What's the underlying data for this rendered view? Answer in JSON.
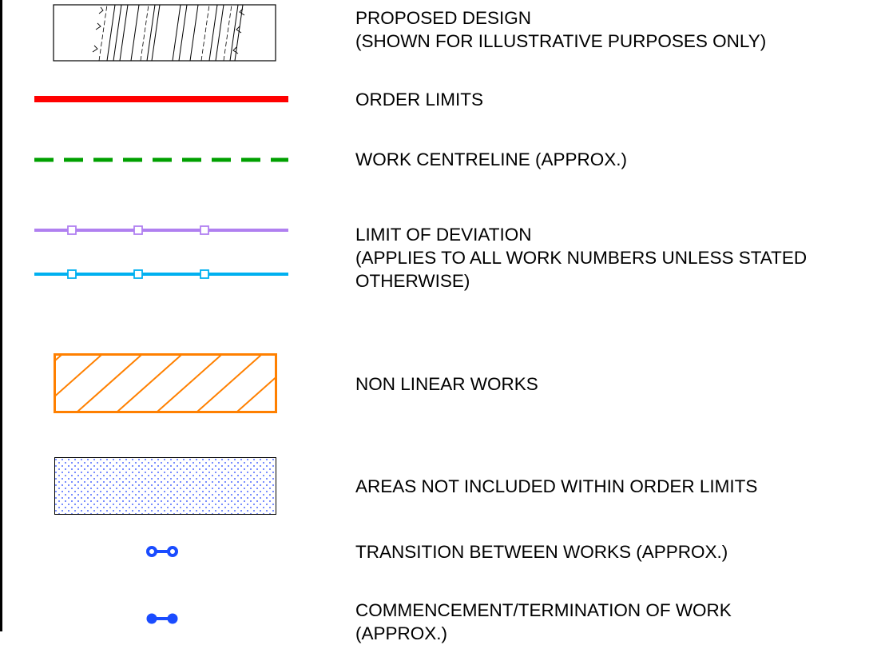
{
  "legend": {
    "items": [
      {
        "id": "proposed-design",
        "lines": [
          "PROPOSED DESIGN",
          "(SHOWN FOR ILLUSTRATIVE PURPOSES ONLY)"
        ],
        "symbol": "hatched-rectangle",
        "color": "#000000"
      },
      {
        "id": "order-limits",
        "lines": [
          "ORDER LIMITS"
        ],
        "symbol": "thick-solid-line",
        "color": "#ff0000"
      },
      {
        "id": "work-centreline",
        "lines": [
          "WORK CENTRELINE (APPROX.)"
        ],
        "symbol": "dashed-line",
        "color": "#00a000"
      },
      {
        "id": "limit-of-deviation",
        "lines": [
          "LIMIT OF DEVIATION",
          "(APPLIES TO ALL WORK NUMBERS UNLESS STATED",
          "OTHERWISE)"
        ],
        "symbol": "line-with-square-markers",
        "colors": [
          "#b080f0",
          "#00b0f0"
        ]
      },
      {
        "id": "non-linear-works",
        "lines": [
          "NON LINEAR WORKS"
        ],
        "symbol": "hatched-box",
        "color": "#ff8000"
      },
      {
        "id": "areas-not-included",
        "lines": [
          "AREAS NOT INCLUDED WITHIN ORDER LIMITS"
        ],
        "symbol": "dotted-box",
        "color": "#1a3cff"
      },
      {
        "id": "transition-between-works",
        "lines": [
          "TRANSITION BETWEEN WORKS (APPROX.)"
        ],
        "symbol": "hollow-dumbbell",
        "color": "#1a4cff"
      },
      {
        "id": "commencement-termination",
        "lines": [
          "COMMENCEMENT/TERMINATION OF WORK",
          "(APPROX.)"
        ],
        "symbol": "solid-dumbbell",
        "color": "#1a4cff"
      }
    ]
  }
}
